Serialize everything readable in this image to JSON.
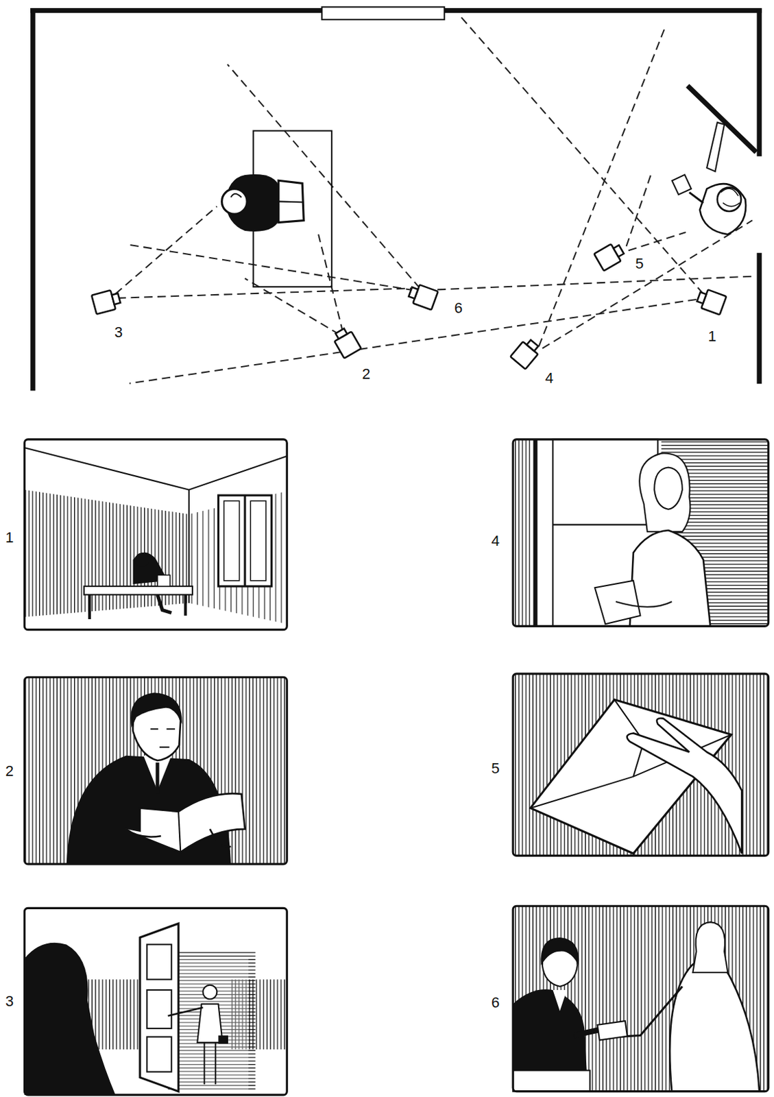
{
  "diagram": {
    "labels": [
      "5",
      "6",
      "3",
      "1",
      "2",
      "4",
      "1",
      "4",
      "2",
      "5",
      "3",
      "6"
    ]
  }
}
